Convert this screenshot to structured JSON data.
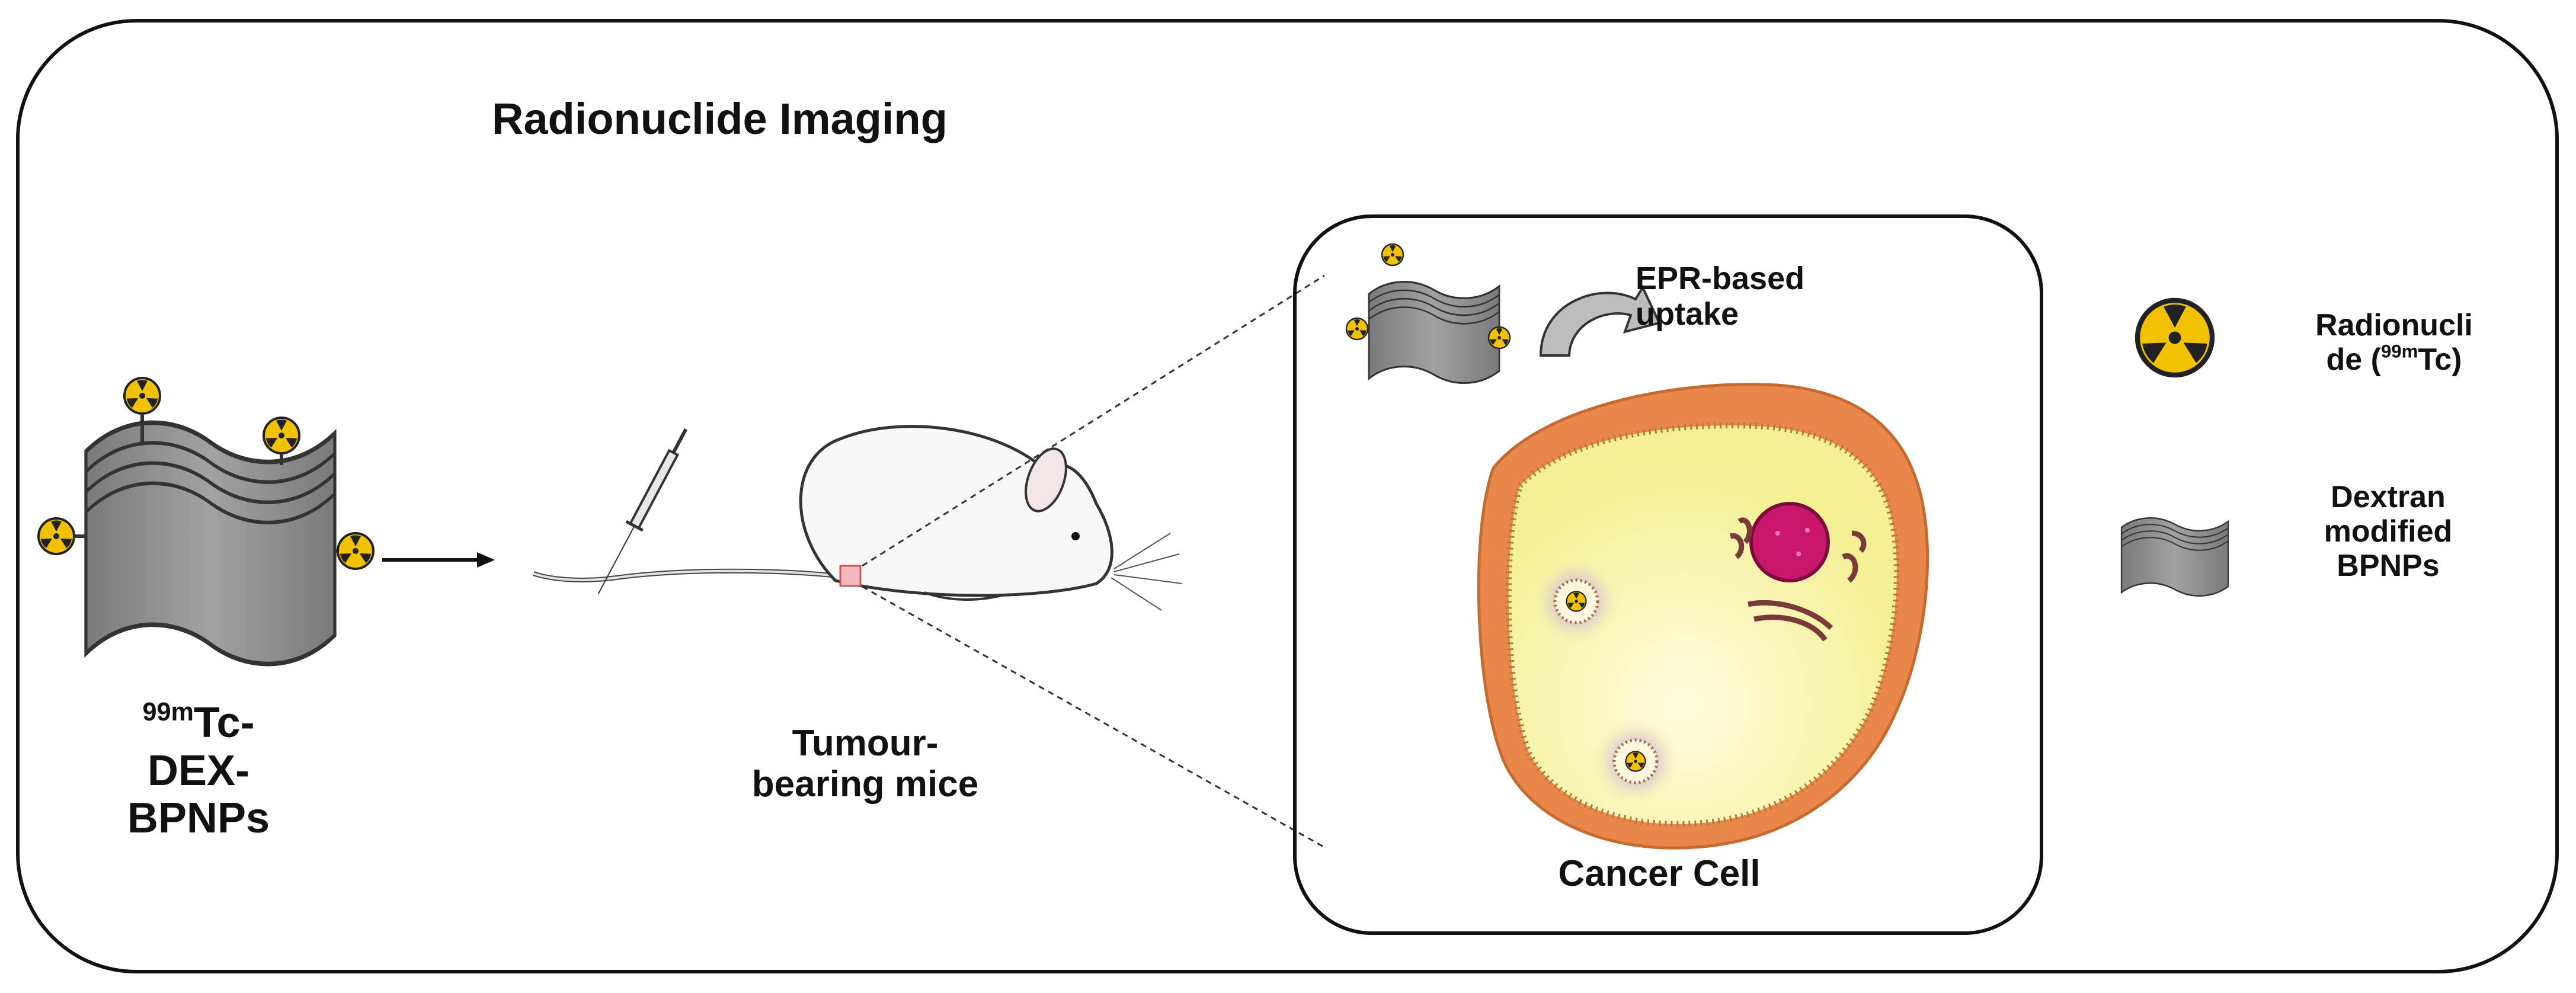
{
  "title": "Radionuclide Imaging",
  "product_label": {
    "superscript": "99m",
    "line1_rest": "Tc-",
    "line2": "DEX-",
    "line3": "BPNPs"
  },
  "mouse_label": {
    "line1": "Tumour-",
    "line2": "bearing mice"
  },
  "epr_label": {
    "line1": "EPR-based",
    "line2": "uptake"
  },
  "cell_label": "Cancer Cell",
  "legend": {
    "radionuclide": {
      "line1": "Radionucli",
      "line2_prefix": "de (",
      "superscript": "99m",
      "line2_suffix": "Tc)"
    },
    "sheet": {
      "line1": "Dextran",
      "line2": "modified",
      "line3": "BPNPs"
    }
  },
  "colors": {
    "sheet_gray": "#8c8c8c",
    "radiation_yellow": "#f2c200",
    "cell_membrane": "#e9874a",
    "cell_cytoplasm": "#f6f3a6",
    "nucleus": "#c8176a",
    "vesicle_glow": "#b48ad8"
  }
}
